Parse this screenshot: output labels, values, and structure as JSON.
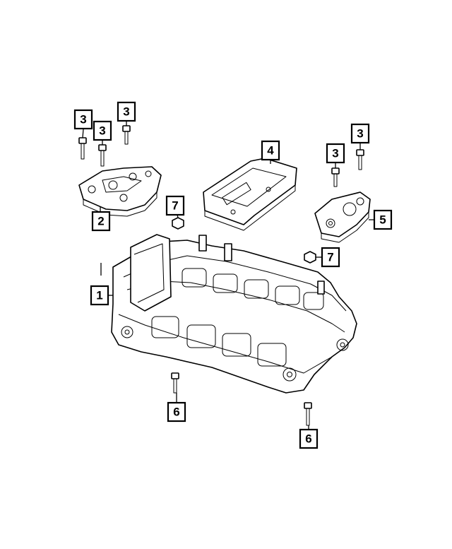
{
  "diagram": {
    "callouts": [
      {
        "id": "c1",
        "label": "1"
      },
      {
        "id": "c2",
        "label": "2"
      },
      {
        "id": "c3a",
        "label": "3"
      },
      {
        "id": "c3b",
        "label": "3"
      },
      {
        "id": "c3c",
        "label": "3"
      },
      {
        "id": "c3d",
        "label": "3"
      },
      {
        "id": "c3e",
        "label": "3"
      },
      {
        "id": "c4",
        "label": "4"
      },
      {
        "id": "c5",
        "label": "5"
      },
      {
        "id": "c6a",
        "label": "6"
      },
      {
        "id": "c6b",
        "label": "6"
      },
      {
        "id": "c7a",
        "label": "7"
      },
      {
        "id": "c7b",
        "label": "7"
      }
    ]
  }
}
